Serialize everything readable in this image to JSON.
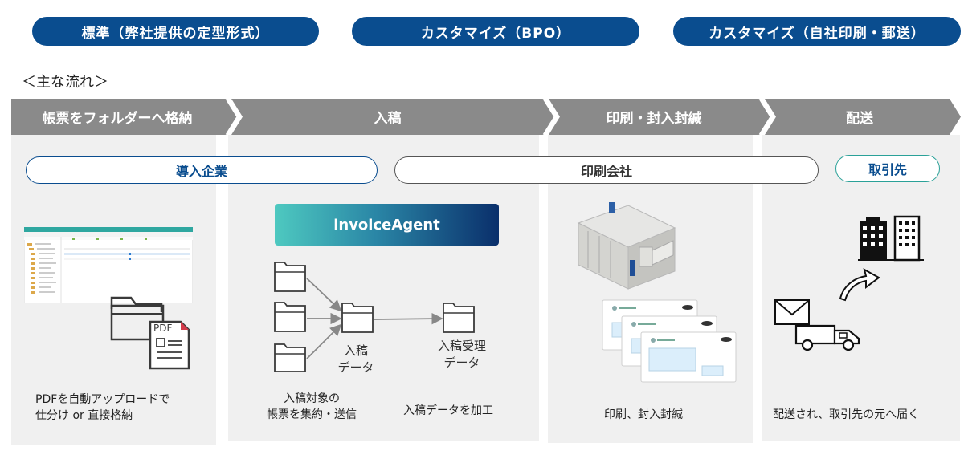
{
  "header_pills": [
    {
      "label": "標準（弊社提供の定型形式）"
    },
    {
      "label": "カスタマイズ（BPO）"
    },
    {
      "label": "カスタマイズ（自社印刷・郵送）"
    }
  ],
  "flow_title": "＜主な流れ＞",
  "stages": [
    {
      "label": "帳票をフォルダーへ格納"
    },
    {
      "label": "入稿"
    },
    {
      "label": "印刷・封入封緘"
    },
    {
      "label": "配送"
    }
  ],
  "actors": {
    "company": "導入企業",
    "printer": "印刷会社",
    "recipient": "取引先"
  },
  "agent_label": "invoiceAgent",
  "pdf_tag": "PDF",
  "diagram_labels": {
    "submission_data": "入稿\nデータ",
    "received_data": "入稿受理\nデータ"
  },
  "captions": {
    "step1": "PDFを自動アップロードで\n仕分け or 直接格納",
    "step2a": "入稿対象の\n帳票を集約・送信",
    "step2b": "入稿データを加工",
    "step3": "印刷、封入封緘",
    "step4": "配送され、取引先の元へ届く"
  },
  "colors": {
    "navy": "#0a4d8f",
    "stage_gray": "#8a8a8a",
    "panel_gray": "#f0f0f0",
    "teal": "#4ec9c0"
  }
}
